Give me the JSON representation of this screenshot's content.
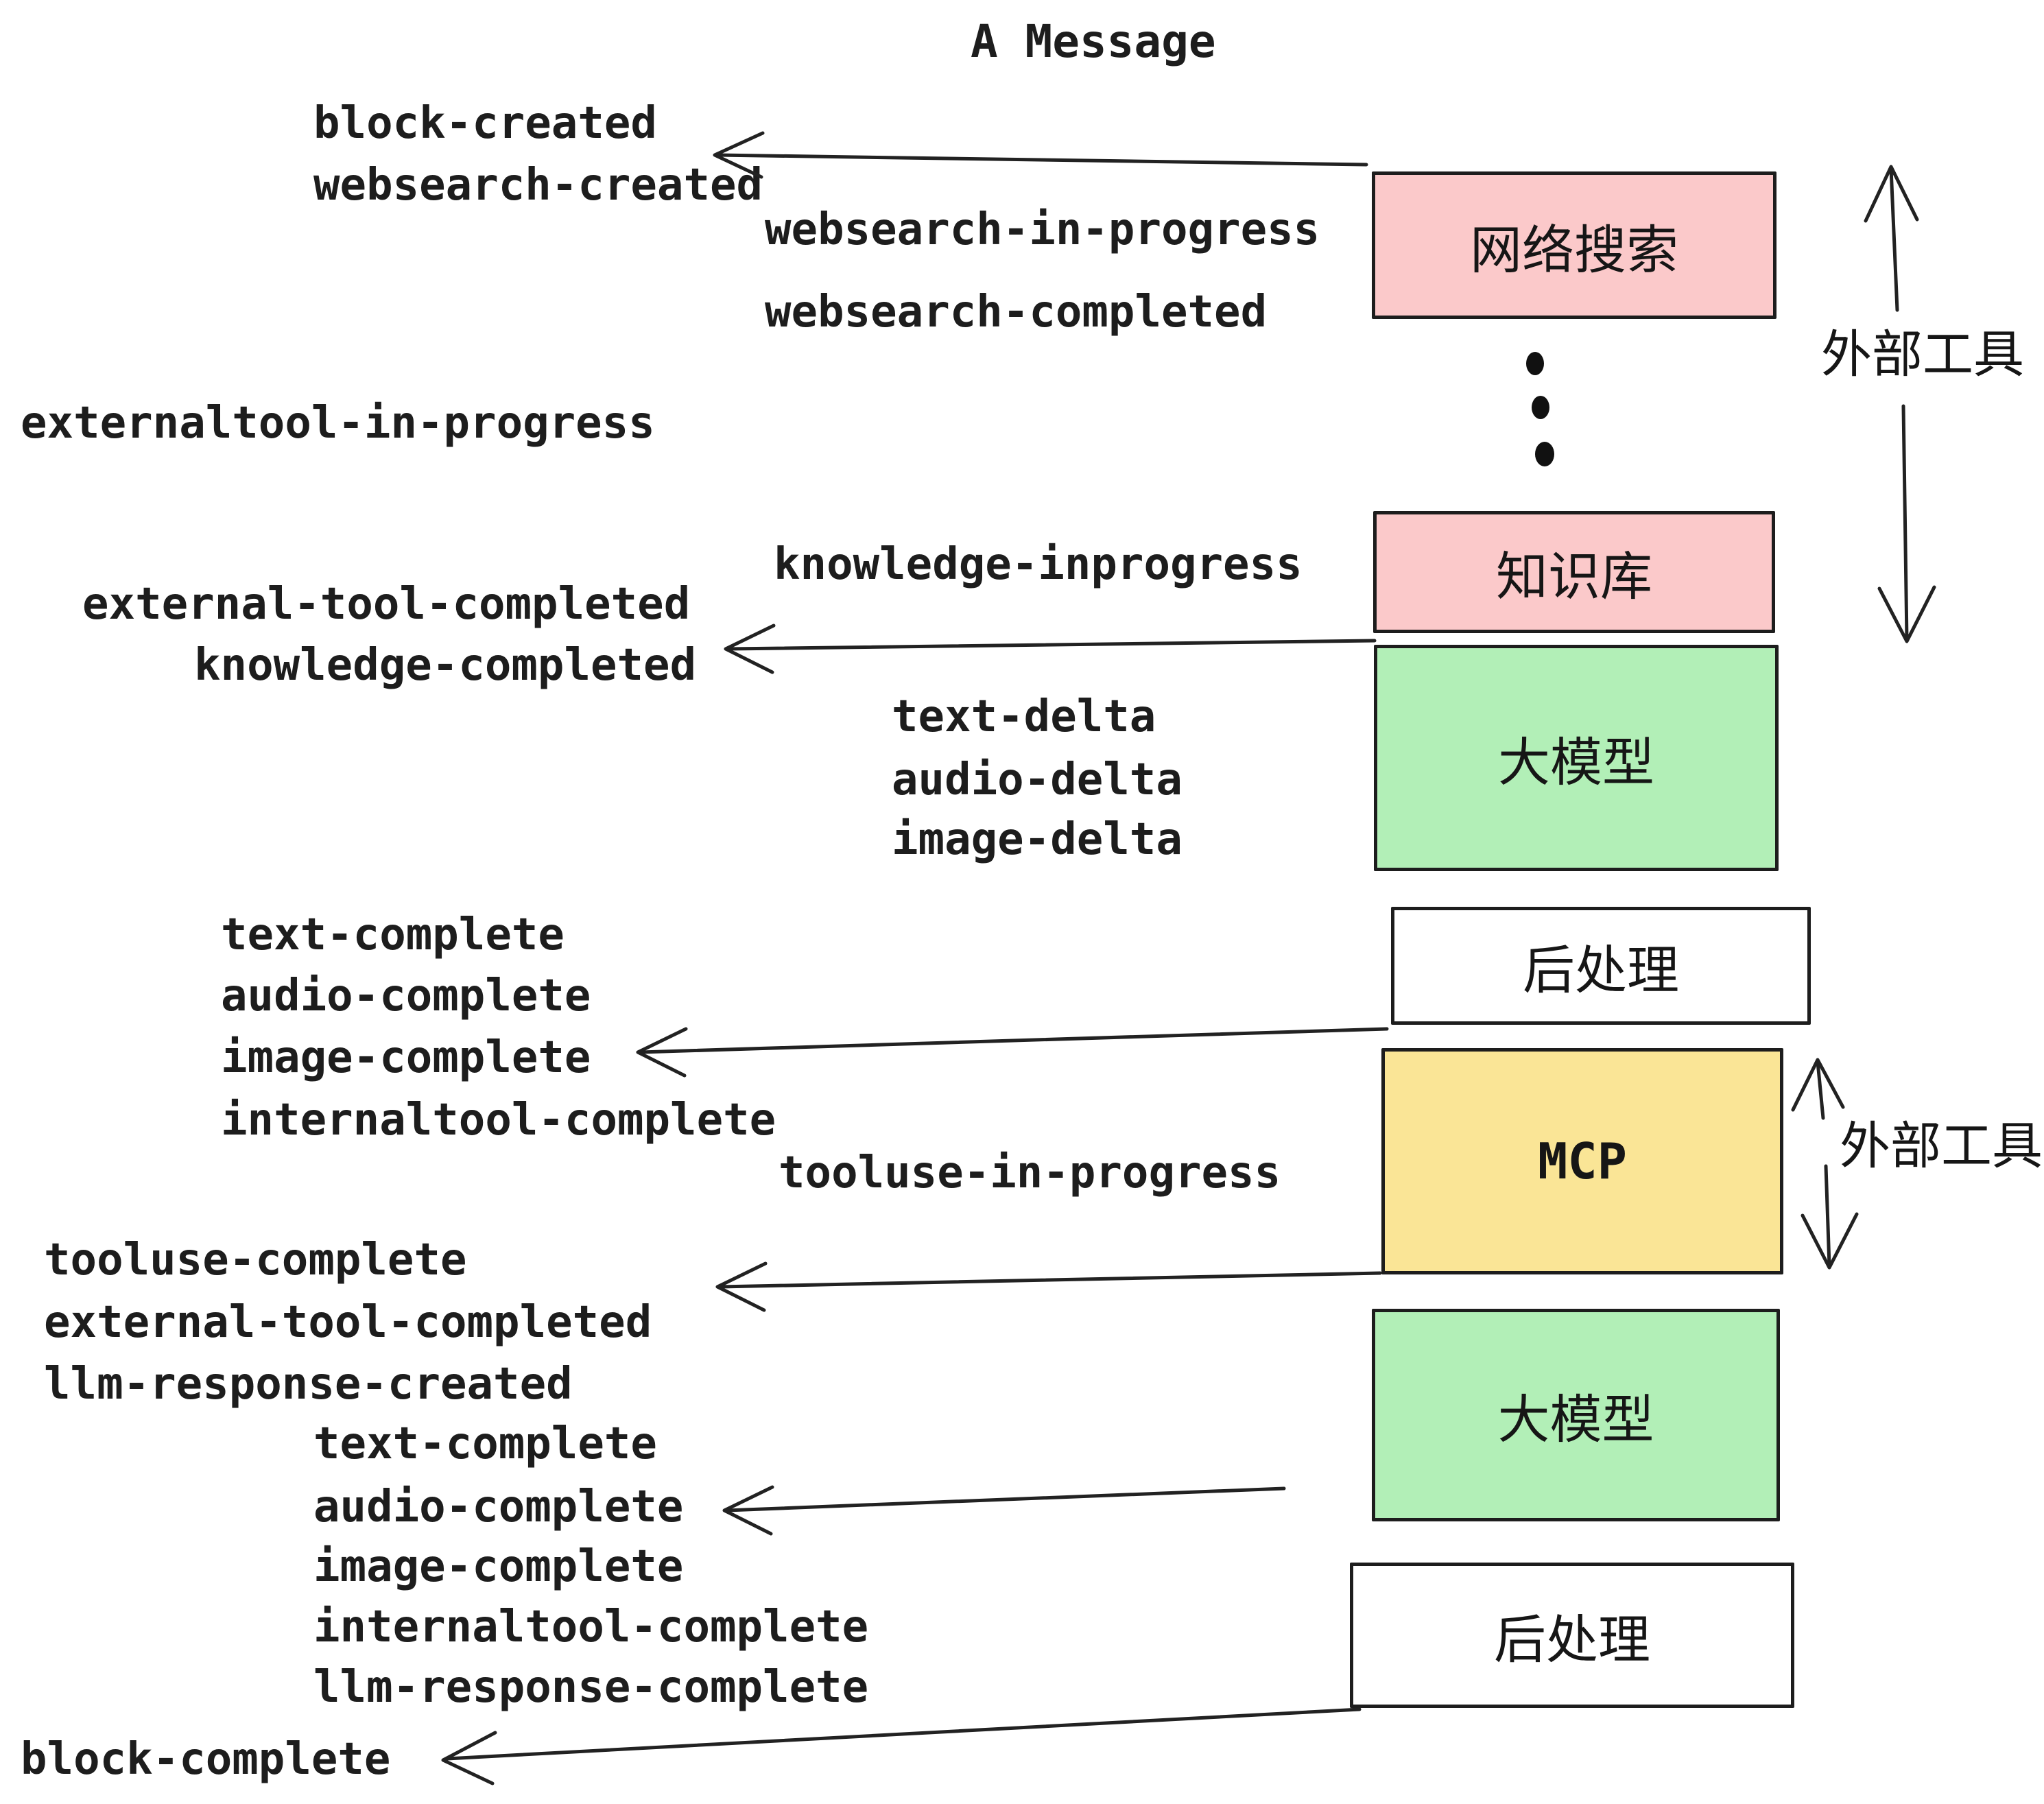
{
  "title": "A Message",
  "colors": {
    "pink": "#fbc9ca",
    "green": "#b2efb7",
    "yellow": "#fae596",
    "white": "#ffffff",
    "ink": "#1d1d1d"
  },
  "events": [
    {
      "id": "block-created",
      "text": "block-created"
    },
    {
      "id": "websearch-created",
      "text": "websearch-created"
    },
    {
      "id": "websearch-in-progress",
      "text": "websearch-in-progress"
    },
    {
      "id": "websearch-completed",
      "text": "websearch-completed"
    },
    {
      "id": "externaltool-in-progress",
      "text": "externaltool-in-progress"
    },
    {
      "id": "knowledge-inprogress",
      "text": "knowledge-inprogress"
    },
    {
      "id": "external-tool-completed",
      "text": "external-tool-completed"
    },
    {
      "id": "knowledge-completed",
      "text": "knowledge-completed"
    },
    {
      "id": "text-delta-1",
      "text": "text-delta"
    },
    {
      "id": "audio-delta-1",
      "text": "audio-delta"
    },
    {
      "id": "image-delta-1",
      "text": "image-delta"
    },
    {
      "id": "text-complete-1",
      "text": "text-complete"
    },
    {
      "id": "audio-complete-1",
      "text": "audio-complete"
    },
    {
      "id": "image-complete-1",
      "text": "image-complete"
    },
    {
      "id": "internaltool-complete-1",
      "text": "internaltool-complete"
    },
    {
      "id": "tooluse-in-progress",
      "text": "tooluse-in-progress"
    },
    {
      "id": "tooluse-complete",
      "text": "tooluse-complete"
    },
    {
      "id": "external-tool-completed-2",
      "text": "external-tool-completed"
    },
    {
      "id": "llm-response-created",
      "text": "llm-response-created"
    },
    {
      "id": "text-complete-2",
      "text": "text-complete"
    },
    {
      "id": "audio-complete-2",
      "text": "audio-complete"
    },
    {
      "id": "image-complete-2",
      "text": "image-complete"
    },
    {
      "id": "internaltool-complete-2",
      "text": "internaltool-complete"
    },
    {
      "id": "llm-response-complete",
      "text": "llm-response-complete"
    },
    {
      "id": "block-complete",
      "text": "block-complete"
    }
  ],
  "boxes": [
    {
      "id": "websearch",
      "label": "网络搜索",
      "fill": "#fbc9ca"
    },
    {
      "id": "knowledge",
      "label": "知识库",
      "fill": "#fbc9ca"
    },
    {
      "id": "llm-1",
      "label": "大模型",
      "fill": "#b2efb7"
    },
    {
      "id": "post-1",
      "label": "后处理",
      "fill": "#ffffff"
    },
    {
      "id": "mcp",
      "label": "MCP",
      "fill": "#fae596"
    },
    {
      "id": "llm-2",
      "label": "大模型",
      "fill": "#b2efb7"
    },
    {
      "id": "post-2",
      "label": "后处理",
      "fill": "#ffffff"
    }
  ],
  "annotations": [
    {
      "id": "external-tools-1",
      "text": "外部工具"
    },
    {
      "id": "external-tools-2",
      "text": "外部工具"
    }
  ]
}
